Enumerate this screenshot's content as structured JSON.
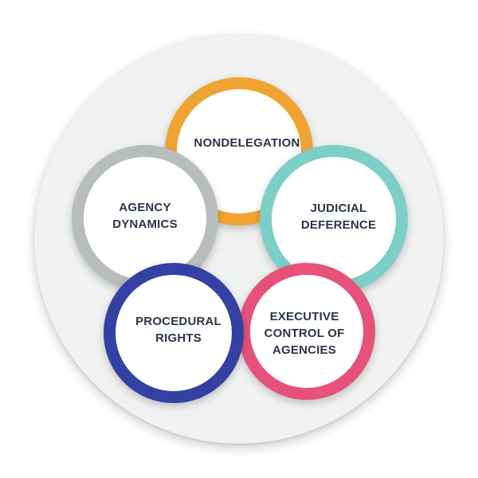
{
  "diagram": {
    "circles": [
      {
        "id": "nondelegation",
        "label": "NONDELEGATION",
        "color": "#f0a332"
      },
      {
        "id": "judicial",
        "label": "JUDICIAL\nDEFERENCE",
        "color": "#7bcfc6"
      },
      {
        "id": "agency",
        "label": "AGENCY\nDYNAMICS",
        "color": "#b9bcbc"
      },
      {
        "id": "executive",
        "label": "EXECUTIVE\nCONTROL OF\nAGENCIES",
        "color": "#e5517a"
      },
      {
        "id": "procedural",
        "label": "PROCEDURAL\nRIGHTS",
        "color": "#3341a3"
      }
    ],
    "backdrop_color": "#f0f1f1",
    "label_color": "#2b3546"
  }
}
